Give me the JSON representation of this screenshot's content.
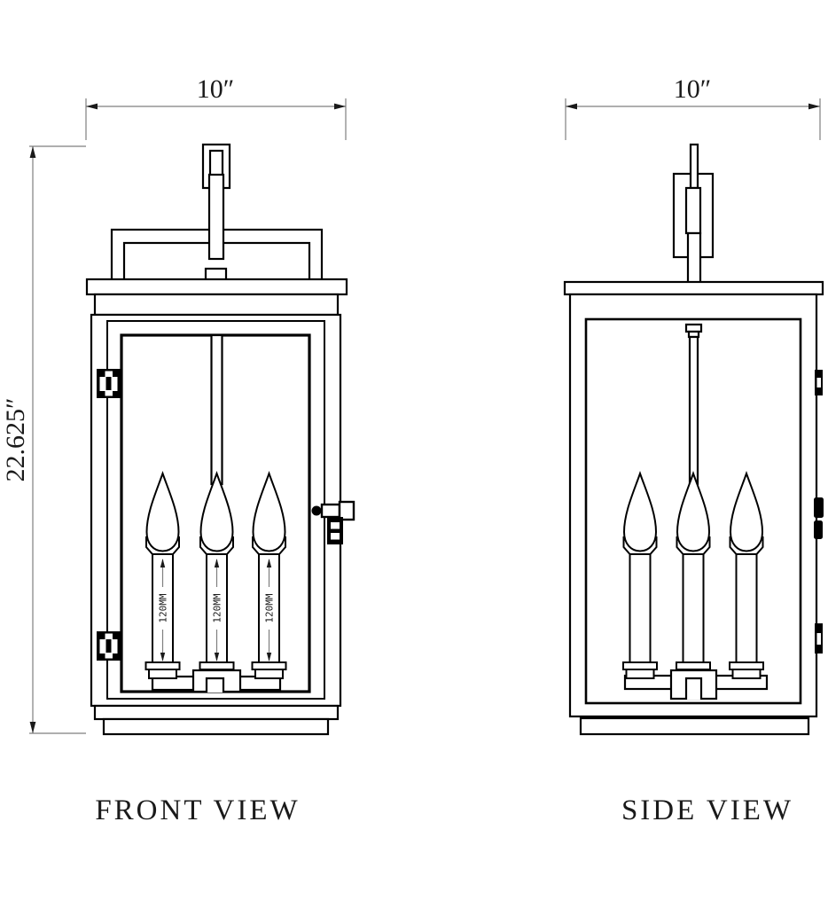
{
  "front_view": {
    "caption": "FRONT VIEW",
    "width_dimension": "10″",
    "height_dimension": "22.625″",
    "candle_dimensions": [
      "120MM",
      "120MM",
      "120MM"
    ]
  },
  "side_view": {
    "caption": "SIDE VIEW",
    "width_dimension": "10″"
  },
  "colors": {
    "line": "#000000",
    "dimension_line": "#7f7f7f",
    "background": "#ffffff"
  }
}
